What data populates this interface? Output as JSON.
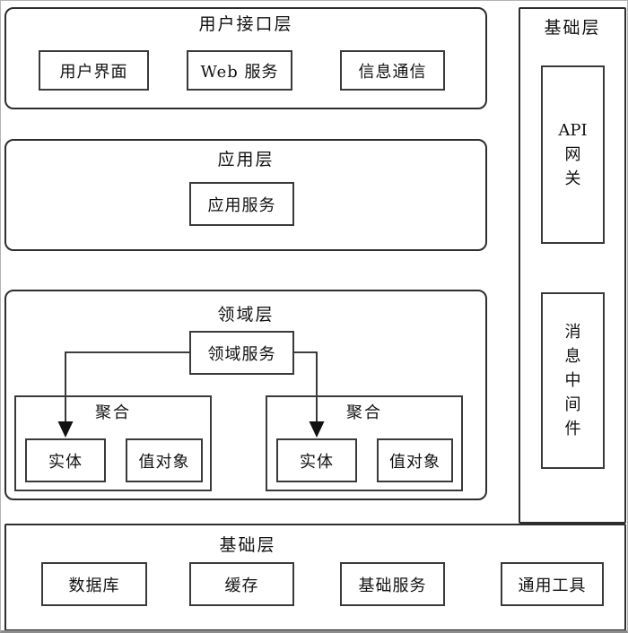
{
  "colors": {
    "border": "#2e2e2e",
    "text": "#111111",
    "background": "#ffffff",
    "frame_bottom": "#8c8c8c"
  },
  "layers": {
    "ui": {
      "title": "用户接口层",
      "boxes": [
        {
          "label": "用户界面"
        },
        {
          "label": "Web 服务"
        },
        {
          "label": "信息通信"
        }
      ]
    },
    "app": {
      "title": "应用层",
      "boxes": [
        {
          "label": "应用服务"
        }
      ]
    },
    "domain": {
      "title": "领域层",
      "service_label": "领域服务",
      "aggregates": [
        {
          "title": "聚合",
          "entity_label": "实体",
          "value_object_label": "值对象"
        },
        {
          "title": "聚合",
          "entity_label": "实体",
          "value_object_label": "值对象"
        }
      ]
    },
    "infra_side": {
      "title": "基础层",
      "boxes": [
        {
          "label": "API 网关",
          "display": "API\n网\n关"
        },
        {
          "label": "消息中间件",
          "display": "消\n息\n中\n间\n件"
        }
      ]
    },
    "infra_bottom": {
      "title": "基础层",
      "boxes": [
        {
          "label": "数据库"
        },
        {
          "label": "缓存"
        },
        {
          "label": "基础服务"
        },
        {
          "label": "通用工具"
        }
      ]
    }
  },
  "connectors": [
    {
      "from": "领域服务",
      "to": "实体",
      "type": "arrow"
    },
    {
      "from": "领域服务",
      "to": "实体",
      "type": "arrow"
    }
  ]
}
